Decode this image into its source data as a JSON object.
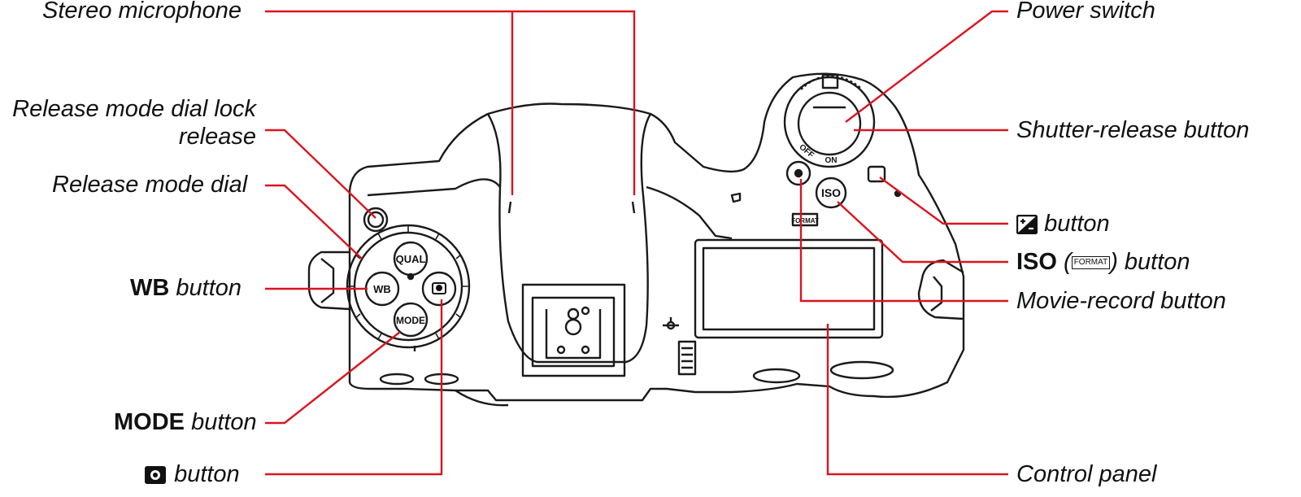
{
  "colors": {
    "leader": "#d9151f",
    "outline": "#1a1a1a",
    "text": "#111111"
  },
  "labels": {
    "stereo_mic": "Stereo microphone",
    "release_lock_line1": "Release mode dial lock",
    "release_lock_line2": "release",
    "release_dial": "Release mode dial",
    "wb_key": "WB",
    "wb_suffix": "button",
    "mode_key": "MODE",
    "mode_suffix": "button",
    "metering_icon": "metering-icon",
    "metering_suffix": "button",
    "power": "Power switch",
    "shutter": "Shutter-release button",
    "exposure_icon": "exposure-compensation-icon",
    "exposure_suffix": "button",
    "iso_key": "ISO",
    "iso_paren_open": "(",
    "iso_format": "FORMAT",
    "iso_paren_close": ")",
    "iso_suffix": "button",
    "movie": "Movie-record button",
    "control_panel": "Control panel"
  },
  "camera_markings": {
    "qual": "QUAL",
    "wb": "WB",
    "mode": "MODE",
    "iso": "ISO",
    "off": "OFF",
    "on": "ON",
    "format": "FORMAT"
  }
}
